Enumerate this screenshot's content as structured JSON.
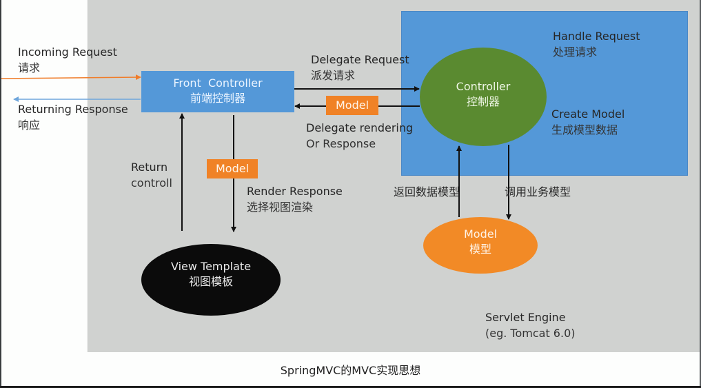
{
  "diagram": {
    "caption": "SpringMVC的MVC实现思想",
    "container": {
      "label_en": "Servlet Engine",
      "label_sub": "(eg. Tomcat 6.0)"
    },
    "nodes": {
      "front_controller": {
        "title": "Front  Controller",
        "subtitle": "前端控制器"
      },
      "controller": {
        "title": "Controller",
        "subtitle": "控制器"
      },
      "model": {
        "title": "Model",
        "subtitle": "模型"
      },
      "view_template": {
        "title": "View Template",
        "subtitle": "视图模板"
      }
    },
    "tags": {
      "model_delegate": "Model",
      "model_render": "Model"
    },
    "labels": {
      "incoming_request": {
        "en": "Incoming Request",
        "cn": "请求"
      },
      "returning_response": {
        "en": "Returning Response",
        "cn": "响应"
      },
      "delegate_request": {
        "en": "Delegate Request",
        "cn": "派发请求"
      },
      "delegate_rendering": {
        "en": "Delegate rendering",
        "en2": "Or Response"
      },
      "handle_request": {
        "en": "Handle Request",
        "cn": "处理请求"
      },
      "create_model": {
        "en": "Create Model",
        "cn": "生成模型数据"
      },
      "return_control": {
        "en": "Return",
        "en2": "controll"
      },
      "render_response": {
        "en": "Render Response",
        "cn": "选择视图渲染"
      },
      "return_data_model": {
        "cn": "返回数据模型"
      },
      "invoke_business_model": {
        "cn": "调用业务模型"
      }
    },
    "colors": {
      "blue": "#5498d8",
      "green": "#5a8a30",
      "orange": "#f08226",
      "black": "#0b0b0b",
      "gray": "#d0d2d0",
      "incoming_arrow": "#f07d2a",
      "returning_arrow": "#6ea6dc"
    }
  }
}
